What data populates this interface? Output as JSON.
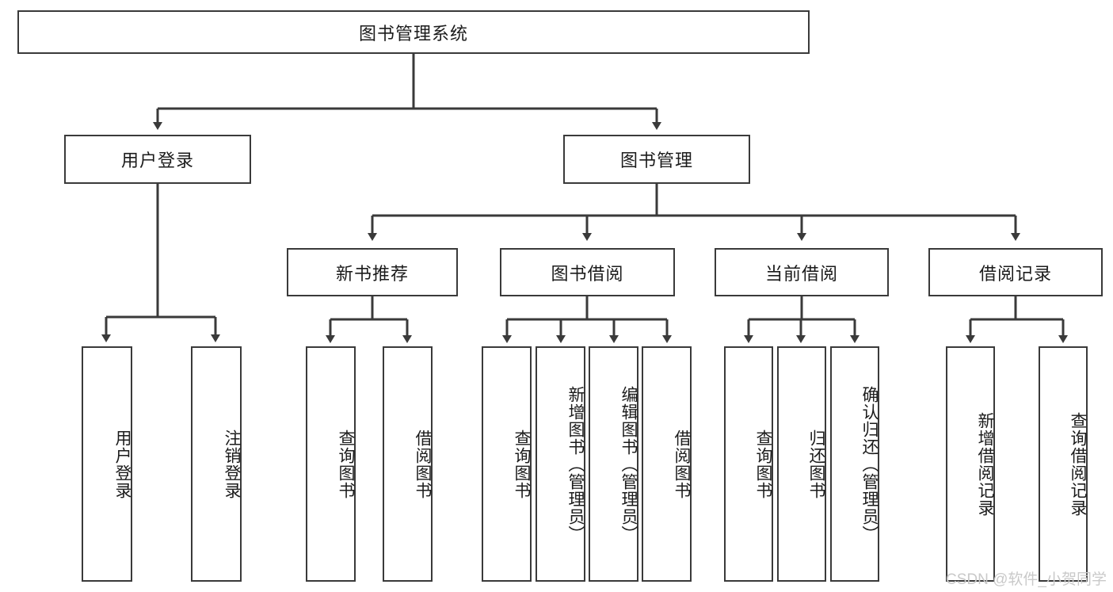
{
  "diagram": {
    "title": "图书管理系统",
    "type": "tree-hierarchy-chart",
    "root": {
      "id": "root",
      "label": "图书管理系统"
    },
    "level2": [
      {
        "id": "user-login",
        "label": "用户登录"
      },
      {
        "id": "book-management",
        "label": "图书管理"
      }
    ],
    "level3": [
      {
        "id": "new-book-recommend",
        "label": "新书推荐",
        "parent": "book-management"
      },
      {
        "id": "book-borrow",
        "label": "图书借阅",
        "parent": "book-management"
      },
      {
        "id": "current-borrow",
        "label": "当前借阅",
        "parent": "book-management"
      },
      {
        "id": "borrow-record",
        "label": "借阅记录",
        "parent": "book-management"
      }
    ],
    "leaves": [
      {
        "id": "leaf-user-login",
        "label": "用户登录",
        "parent": "user-login"
      },
      {
        "id": "leaf-logout",
        "label": "注销登录",
        "parent": "user-login"
      },
      {
        "id": "leaf-query-book-1",
        "label": "查询图书",
        "parent": "new-book-recommend"
      },
      {
        "id": "leaf-borrow-book-1",
        "label": "借阅图书",
        "parent": "new-book-recommend"
      },
      {
        "id": "leaf-query-book-2",
        "label": "查询图书",
        "parent": "book-borrow"
      },
      {
        "id": "leaf-add-book",
        "label": "新增图书（管理员）",
        "parent": "book-borrow"
      },
      {
        "id": "leaf-edit-book",
        "label": "编辑图书（管理员）",
        "parent": "book-borrow"
      },
      {
        "id": "leaf-borrow-book-2",
        "label": "借阅图书",
        "parent": "book-borrow"
      },
      {
        "id": "leaf-query-book-3",
        "label": "查询图书",
        "parent": "current-borrow"
      },
      {
        "id": "leaf-return-book",
        "label": "归还图书",
        "parent": "current-borrow"
      },
      {
        "id": "leaf-confirm-return",
        "label": "确认归还（管理员）",
        "parent": "current-borrow"
      },
      {
        "id": "leaf-add-record",
        "label": "新增借阅记录",
        "parent": "borrow-record"
      },
      {
        "id": "leaf-query-record",
        "label": "查询借阅记录",
        "parent": "borrow-record"
      }
    ]
  },
  "watermark": {
    "text": "CSDN @软件_小贺同学"
  },
  "colors": {
    "box_border": "#3a3a3a",
    "box_fill": "#ffffff",
    "edge": "#3a3a3a",
    "text": "#1b1b1b",
    "watermark": "#c9c9c9",
    "background": "#ffffff"
  }
}
